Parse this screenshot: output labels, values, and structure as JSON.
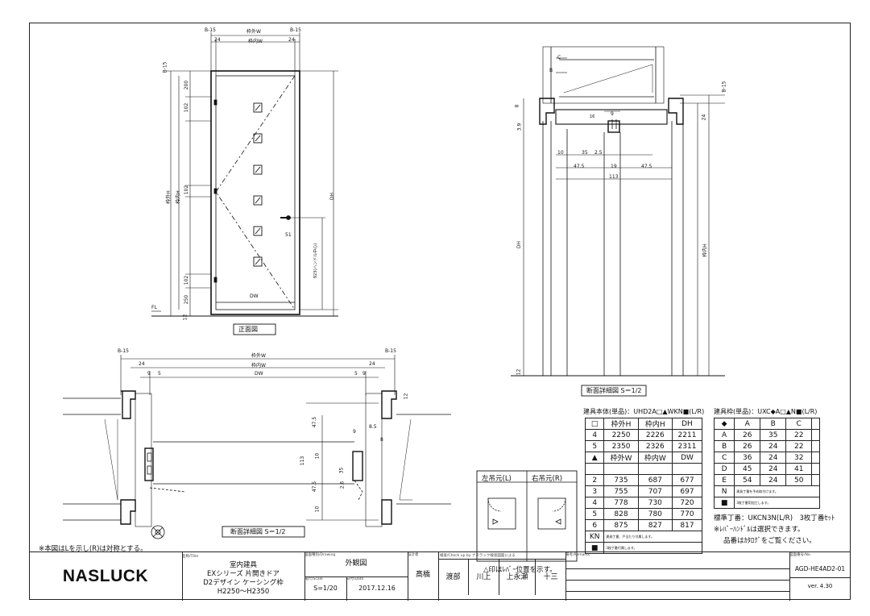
{
  "front_view": {
    "caption": "正面図",
    "dims": {
      "b15": "B-15",
      "waku_w": "枠外W",
      "naiw": "枠内W",
      "d24": "24",
      "dw": "DW",
      "waku_h": "枠外H",
      "nai_h": "枠内H",
      "dh": "DH",
      "d200": "200",
      "d102": "102",
      "d250": "250",
      "d12": "12",
      "d51": "51",
      "handle": "923(ハンドル中心)",
      "fl": "FL"
    }
  },
  "plan_view": {
    "caption": "断面詳細図 S＝1/2",
    "dims": {
      "b15": "B-15",
      "waku_w": "枠外W",
      "nai_w": "枠内W",
      "dw": "DW",
      "d24": "24",
      "d9": "9",
      "d5": "5",
      "d47": "47.5",
      "d10": "10",
      "d113": "113",
      "d8": "8",
      "d85": "8.5",
      "d12": "12",
      "d35": "35",
      "d26": "2.6"
    },
    "note": "※本図はLを示し(R)は対称とする。"
  },
  "section_view": {
    "caption": "断面詳細図 S＝1/2",
    "dims": {
      "c": "C",
      "b": "B",
      "b15": "B-15",
      "d24": "24",
      "d9": "9",
      "d16": "16",
      "dh": "DH",
      "nai_h": "枠内H",
      "d39": "3.9",
      "d8": "8",
      "d12": "12",
      "d10": "10",
      "d35": "35",
      "d25": "2.5",
      "d475a": "47.5",
      "d19": "19",
      "d475b": "47.5",
      "d113": "113"
    }
  },
  "hanging": {
    "left": "左吊元(L)",
    "right": "右吊元(R)",
    "note": "△印はﾚﾊﾞｰ位置を示す。"
  },
  "door_table": {
    "title": "建具本体(単品)：UHD2A□▲WKN■(L/R)",
    "head1": [
      "□",
      "枠外H",
      "枠内H",
      "DH"
    ],
    "rows1": [
      [
        "4",
        "2250",
        "2226",
        "2211"
      ],
      [
        "5",
        "2350",
        "2326",
        "2311"
      ]
    ],
    "head2": [
      "▲",
      "枠外W",
      "枠内W",
      "DW"
    ],
    "rows2": [
      [
        "2",
        "735",
        "687",
        "677"
      ],
      [
        "3",
        "755",
        "707",
        "697"
      ],
      [
        "4",
        "778",
        "730",
        "720"
      ],
      [
        "5",
        "828",
        "780",
        "770"
      ],
      [
        "6",
        "875",
        "827",
        "817"
      ]
    ],
    "kn_note": "建具丁番、戸当たり付属します。",
    "sq_note": "3枚丁番付属します。"
  },
  "frame_table": {
    "title": "建具枠(単品)：UXC◆A□▲N■(L/R)",
    "head": [
      "◆",
      "A",
      "B",
      "C"
    ],
    "rows": [
      [
        "A",
        "26",
        "35",
        "22"
      ],
      [
        "B",
        "26",
        "24",
        "22"
      ],
      [
        "C",
        "36",
        "24",
        "32"
      ],
      [
        "D",
        "45",
        "24",
        "41"
      ],
      [
        "E",
        "54",
        "24",
        "50"
      ]
    ],
    "n_note": "建具丁番を予め取付けます。",
    "sq_note": "3枚丁番用加工します。"
  },
  "notes": [
    "標準丁番：UKCN3N(L/R)　3枚丁番ｾｯﾄ",
    "※ﾚﾊﾞｰﾊﾝﾄﾞﾙは選択できます。",
    "品番はｶﾀﾛｸﾞをご覧ください。"
  ],
  "title_block": {
    "logo": "NASLUCK",
    "title_label": "名称/Title",
    "title_lines": [
      "室内建具",
      "EXシリーズ 片開きドア",
      "D2デザイン ケーシング枠",
      "H2250～H2350"
    ],
    "drawing_label": "図面種別/Drawing",
    "drawing": "外観図",
    "scale_label": "縮尺/Scale",
    "scale": "S=1/20",
    "date_label": "日付/Date",
    "date": "2017.12.16",
    "company_label": "設計者",
    "company": "髙橋",
    "check_label": "検査/Check up by",
    "check_note": "ナスラック検査図面による",
    "checkers": [
      "渡部",
      "川上",
      "上永瀬",
      "十三"
    ],
    "remarks_label": "備考/Remarks",
    "no_label": "図面番号/No.",
    "number": "AGD-HE4AD2-01",
    "version": "ver. 4.30"
  }
}
